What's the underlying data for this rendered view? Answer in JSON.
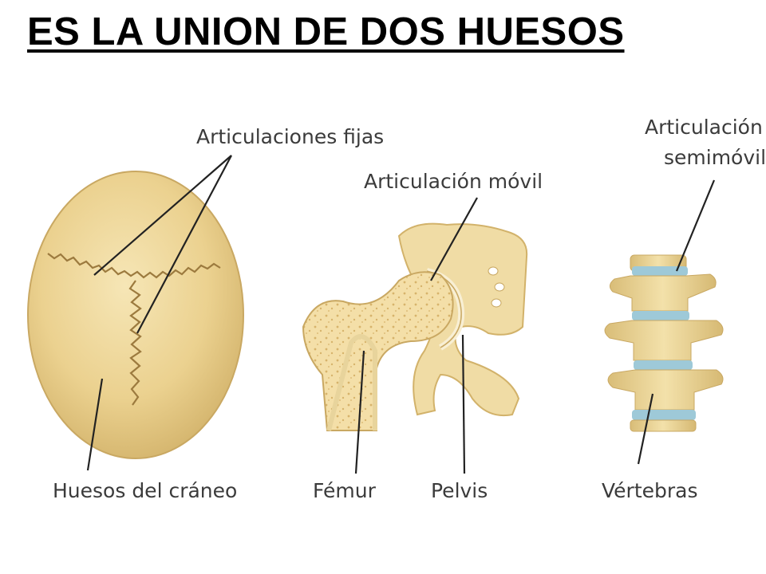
{
  "title": "ES LA UNION DE DOS HUESOS",
  "labels": {
    "fixed_joints": "Articulaciones fijas",
    "mobile_joint": "Articulación móvil",
    "semimobile_joint_line1": "Articulación",
    "semimobile_joint_line2": "semimóvil",
    "skull_bones": "Huesos del cráneo",
    "femur": "Fémur",
    "pelvis": "Pelvis",
    "vertebrae": "Vértebras"
  },
  "colors": {
    "bone": "#ebd18f",
    "bone_light": "#f6e6b6",
    "bone_shadow": "#d2b26a",
    "cartilage": "#9ec9d8",
    "leader_line": "#222222",
    "label_text": "#3b3b3b"
  }
}
